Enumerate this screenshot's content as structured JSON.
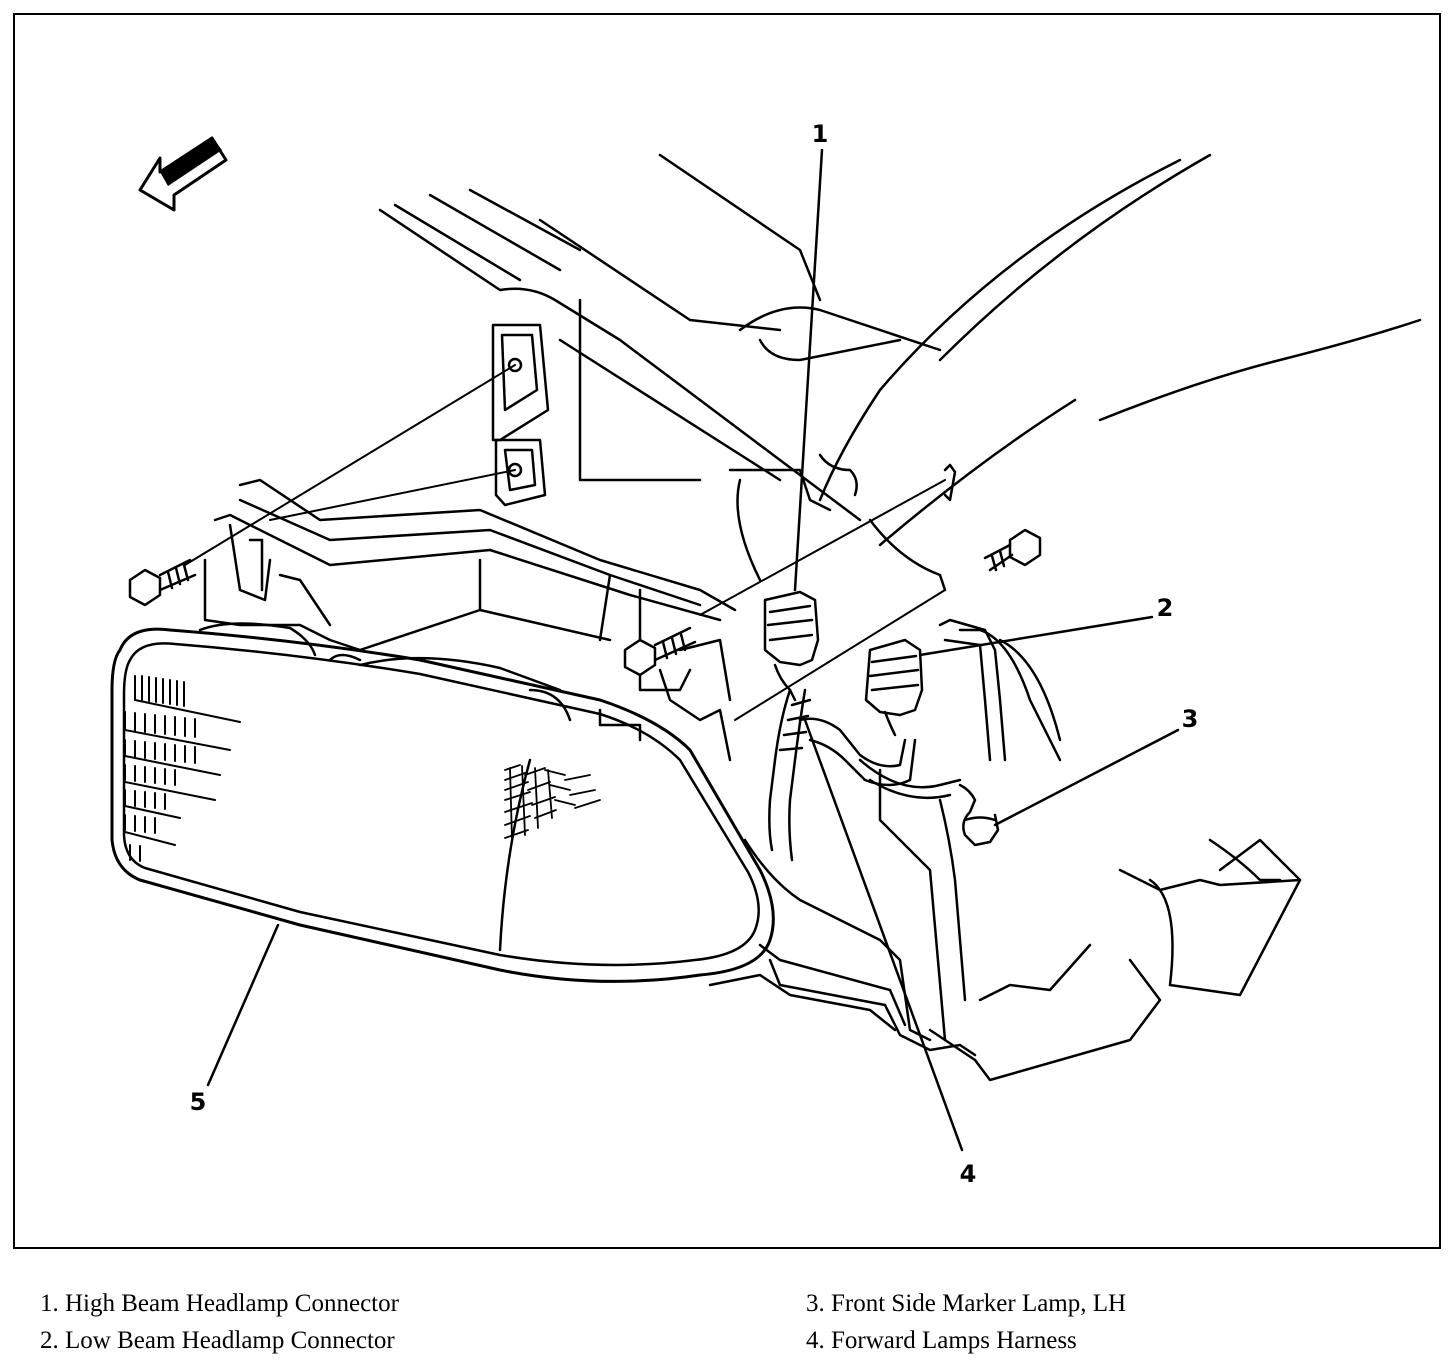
{
  "callouts": {
    "c1": "1",
    "c2": "2",
    "c3": "3",
    "c4": "4",
    "c5": "5"
  },
  "legend": {
    "item1": "1. High Beam Headlamp Connector",
    "item2": "2. Low Beam Headlamp Connector",
    "item3": "3. Front Side Marker Lamp, LH",
    "item4": "4. Forward Lamps Harness"
  },
  "icons": {
    "direction_arrow": "forward-direction-arrow-icon"
  },
  "colors": {
    "ink": "#000000",
    "paper": "#ffffff"
  }
}
